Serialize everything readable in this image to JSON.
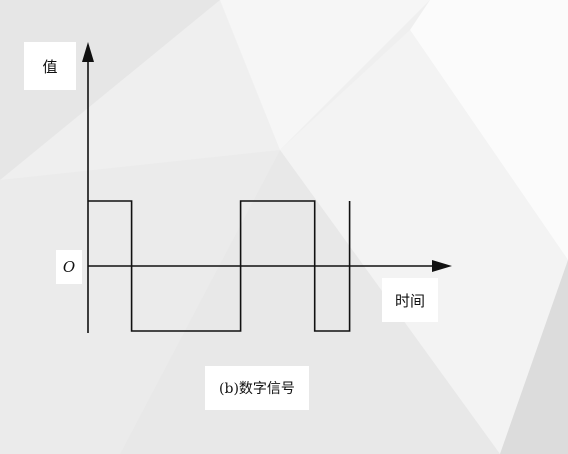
{
  "diagram": {
    "y_axis_label": "值",
    "origin_label": "O",
    "x_axis_label": "时间",
    "caption": "(b)数字信号"
  },
  "chart_data": {
    "type": "line",
    "title": "(b)数字信号",
    "xlabel": "时间",
    "ylabel": "值",
    "series": [
      {
        "x": [
          0,
          0,
          1,
          1,
          3.5,
          3.5,
          5.2,
          5.2,
          6.0,
          6.0
        ],
        "values": [
          1,
          1,
          1,
          -1,
          -1,
          1,
          1,
          -1,
          -1,
          1
        ]
      }
    ],
    "xlim": [
      0,
      8.5
    ],
    "ylim": [
      -1.3,
      2.5
    ],
    "grid": false,
    "colors": {
      "waveform": "#111111",
      "axes": "#111111",
      "background": "#efefef"
    }
  }
}
